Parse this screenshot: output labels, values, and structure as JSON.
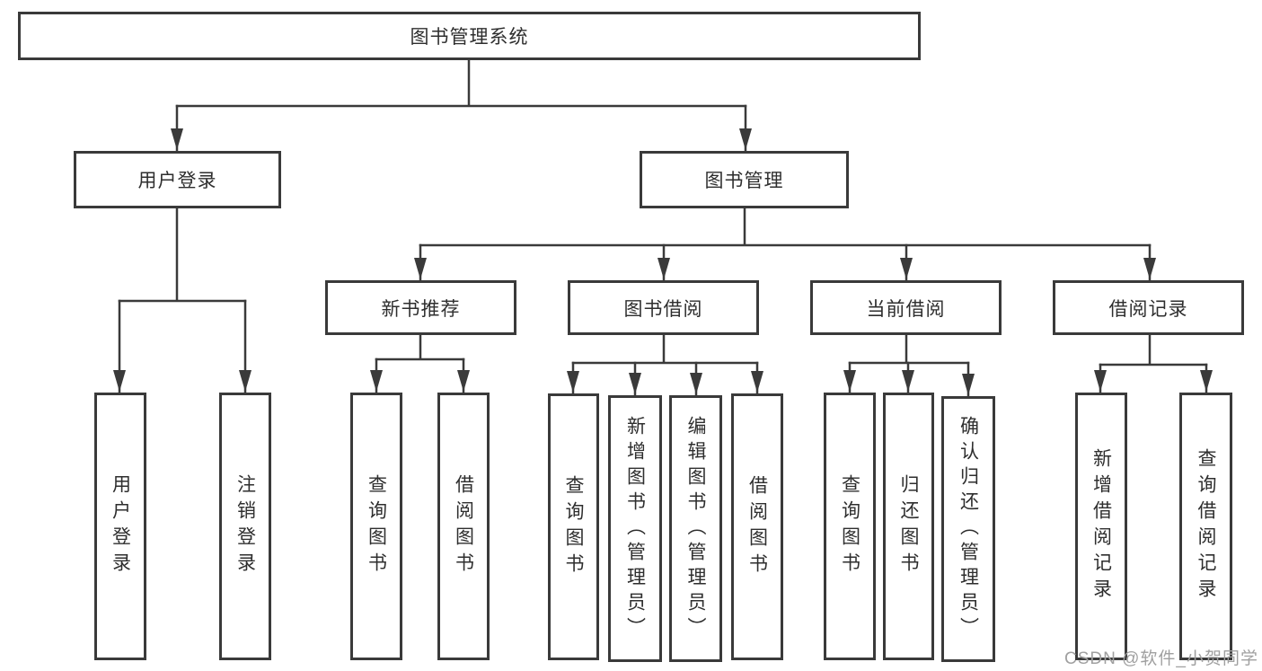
{
  "diagram": {
    "type": "hierarchy-tree",
    "title": "图书管理系统",
    "watermark": "CSDN @软件_小贺同学",
    "colors": {
      "line": "#3a3a3a",
      "box_border": "#3a3a3a",
      "text": "#2e2e2e",
      "watermark": "#a0a0a0",
      "background": "#ffffff"
    }
  },
  "tree": {
    "label": "图书管理系统",
    "children": [
      {
        "label": "用户登录",
        "children": [
          {
            "label": "用户登录"
          },
          {
            "label": "注销登录"
          }
        ]
      },
      {
        "label": "图书管理",
        "children": [
          {
            "label": "新书推荐",
            "children": [
              {
                "label": "查询图书"
              },
              {
                "label": "借阅图书"
              }
            ]
          },
          {
            "label": "图书借阅",
            "children": [
              {
                "label": "查询图书"
              },
              {
                "label": "新增图书（管理员）"
              },
              {
                "label": "编辑图书（管理员）"
              },
              {
                "label": "借阅图书"
              }
            ]
          },
          {
            "label": "当前借阅",
            "children": [
              {
                "label": "查询图书"
              },
              {
                "label": "归还图书"
              },
              {
                "label": "确认归还（管理员）"
              }
            ]
          },
          {
            "label": "借阅记录",
            "children": [
              {
                "label": "新增借阅记录"
              },
              {
                "label": "查询借阅记录"
              }
            ]
          }
        ]
      }
    ]
  }
}
